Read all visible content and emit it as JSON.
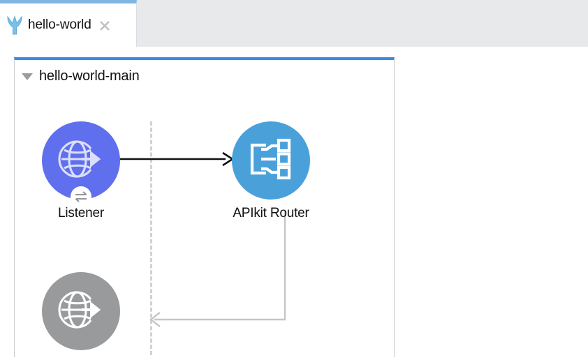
{
  "window": {
    "tab_bar": {
      "active_tab": {
        "label": "hello-world",
        "icon": "mule-logo-icon",
        "close_icon": "close-icon"
      }
    }
  },
  "canvas": {
    "flow": {
      "title": "hello-world-main",
      "collapse_icon": "triangle-down-icon",
      "accent_color": "#3d8bdb",
      "border_color": "#c9cccf",
      "nodes": [
        {
          "id": "listener",
          "label": "Listener",
          "icon": "http-listener-globe-arrow-icon",
          "color": "#5f6fee",
          "badge_icon": "exchange-arrows-icon"
        },
        {
          "id": "apikit-router",
          "label": "APIkit Router",
          "icon": "apikit-router-branch-icon",
          "color": "#4aa1da"
        },
        {
          "id": "listener-response",
          "label": "",
          "icon": "http-listener-globe-arrow-icon",
          "color": "#989a9c"
        }
      ],
      "connectors": [
        {
          "id": "listener-to-router",
          "from": "listener",
          "to": "apikit-router",
          "color": "#111111",
          "style": "solid-arrow"
        },
        {
          "id": "router-to-response",
          "from": "apikit-router",
          "to": "listener-response",
          "color": "#c4c7ca",
          "style": "solid-arrow"
        }
      ],
      "divider": {
        "id": "source-process-divider",
        "style": "dashed-vertical",
        "color": "#cfd2d5"
      }
    }
  }
}
